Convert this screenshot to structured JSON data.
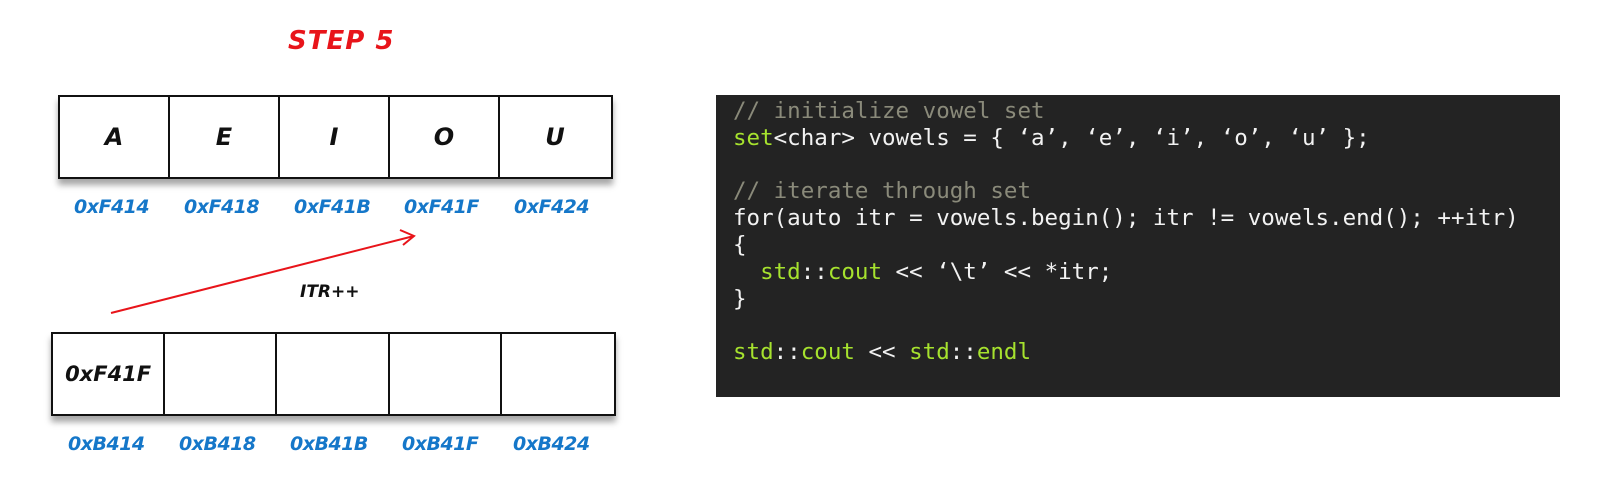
{
  "title": "STEP 5",
  "top_array": {
    "cells": [
      "A",
      "E",
      "I",
      "O",
      "U"
    ],
    "addresses": [
      "0xF414",
      "0xF418",
      "0xF41B",
      "0xF41F",
      "0xF424"
    ]
  },
  "bottom_array": {
    "cells": [
      "0xF41F",
      "",
      "",
      "",
      ""
    ],
    "addresses": [
      "0xB414",
      "0xB418",
      "0xB41B",
      "0xB41F",
      "0xB424"
    ]
  },
  "pointer_label": "ITR++",
  "colors": {
    "title": "#e8141a",
    "address": "#1577c9",
    "arrow": "#e8141a",
    "code_bg": "#232323",
    "code_keyword": "#a6e22e",
    "code_comment": "#8a8a7a"
  },
  "code": {
    "l1": "// initialize vowel set",
    "l2_kw": "set",
    "l2_rest": "<char> vowels = { ‘a’, ‘e’, ‘i’, ‘o’, ‘u’ };",
    "l4": "// iterate through set",
    "l5": "for(auto itr = vowels.begin(); itr != vowels.end(); ++itr)",
    "l6": "{",
    "l7_indent": "  ",
    "l7_ns": "std",
    "l7_sep": "::",
    "l7_fn": "cout",
    "l7_rest": " << ‘\\t’ << *itr;",
    "l8": "}",
    "l10_ns": "std",
    "l10_sep": "::",
    "l10_fn": "cout",
    "l10_mid": " << ",
    "l10_ns2": "std",
    "l10_sep2": "::",
    "l10_fn2": "endl"
  }
}
